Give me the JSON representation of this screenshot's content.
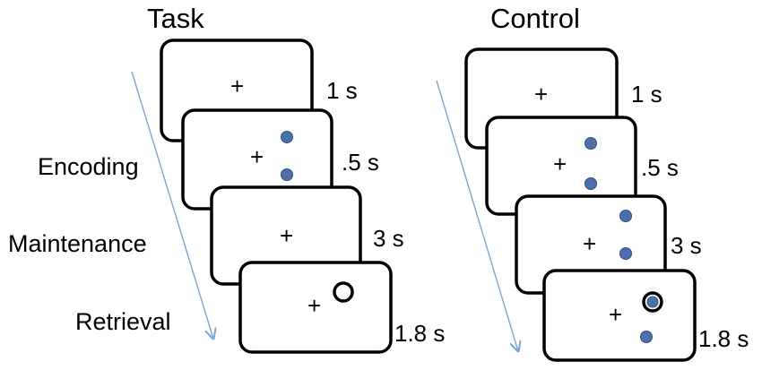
{
  "colors": {
    "arrow": "#7aa5d6",
    "dot_fill": "#4f6eac",
    "dot_stroke": "#2f4f85",
    "frame_stroke": "#000000",
    "frame_fill": "#ffffff"
  },
  "task": {
    "title": "Task",
    "phases": {
      "encoding": "Encoding",
      "maintenance": "Maintenance",
      "retrieval": "Retrieval"
    },
    "frames": [
      {
        "fixation": "+",
        "duration": "1 s"
      },
      {
        "fixation": "+",
        "duration": ".5 s"
      },
      {
        "fixation": "+",
        "duration": "3 s"
      },
      {
        "fixation": "+",
        "duration": "1.8 s"
      }
    ]
  },
  "control": {
    "title": "Control",
    "frames": [
      {
        "fixation": "+",
        "duration": "1 s"
      },
      {
        "fixation": "+",
        "duration": ".5 s"
      },
      {
        "fixation": "+",
        "duration": "3 s"
      },
      {
        "fixation": "+",
        "duration": "1.8 s"
      }
    ]
  }
}
